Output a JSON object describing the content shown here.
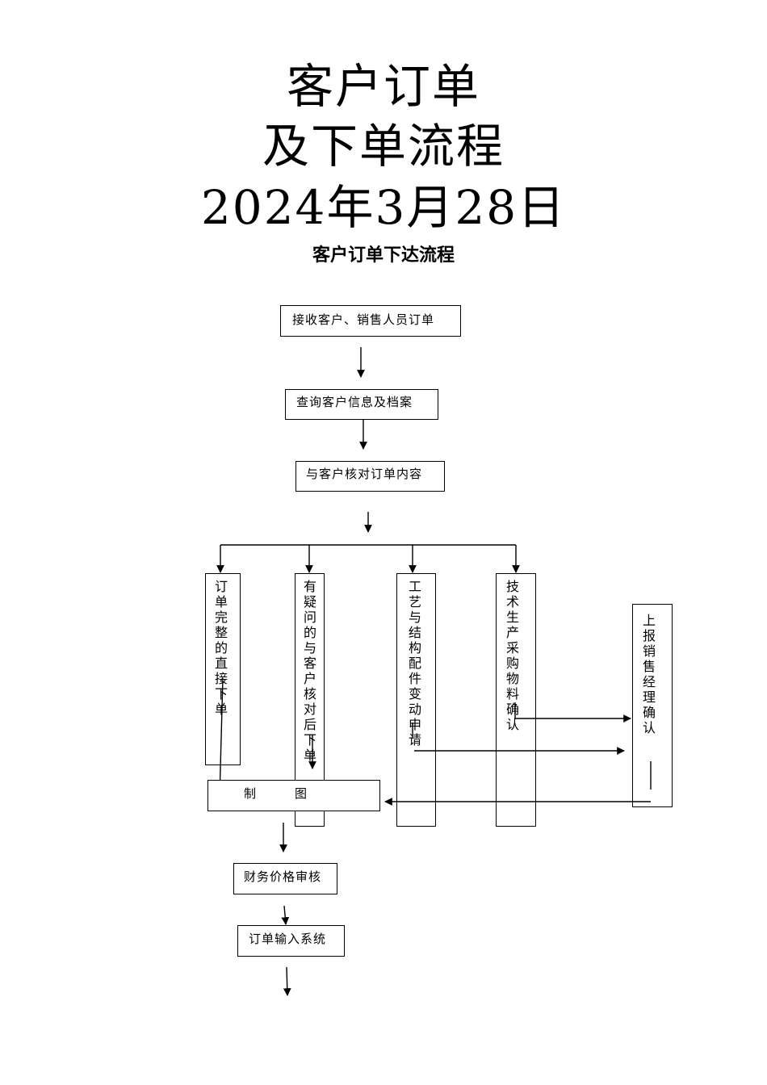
{
  "doc": {
    "title_line1": "客户订单",
    "title_line2": "及下单流程",
    "title_line3": "2024年3月28日",
    "subtitle": "客户订单下达流程"
  },
  "flow": {
    "step_receive": "接收客户、销售人员订单",
    "step_query": "查询客户信息及档案",
    "step_verify": "与客户核对订单内容",
    "branch_complete": "订单完整的直接下单",
    "branch_question": "有疑问的与客户核对后下单",
    "branch_process": "工艺与结构配件变动申请",
    "branch_tech": "技术生产采购物料确认",
    "step_report": "上报销售经理确认",
    "step_drawing": "制　　图",
    "step_finance": "财务价格审核",
    "step_input": "订单输入系统"
  }
}
